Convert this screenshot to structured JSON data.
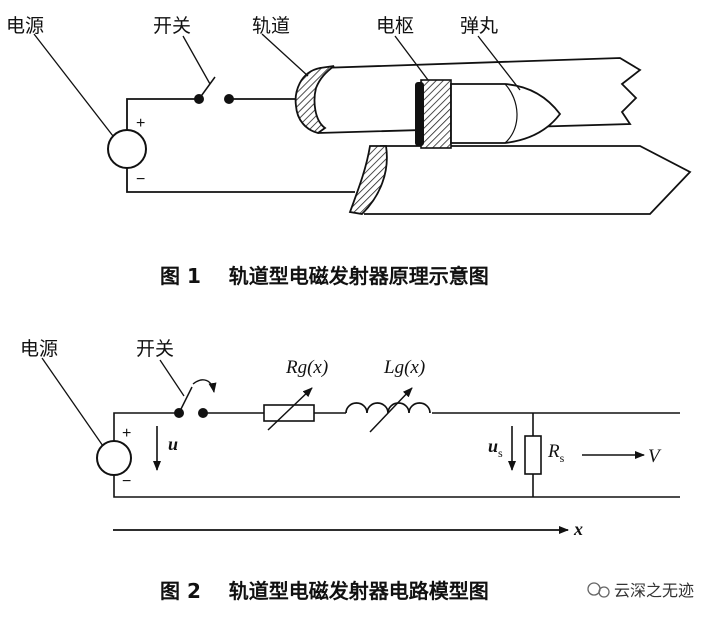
{
  "figure1": {
    "labels": {
      "power": "电源",
      "switch": "开关",
      "rail": "轨道",
      "armature": "电枢",
      "projectile": "弹丸",
      "plus": "+",
      "minus": "−"
    },
    "caption": "图 1    轨道型电磁发射器原理示意图"
  },
  "figure2": {
    "labels": {
      "power": "电源",
      "switch": "开关",
      "plus": "+",
      "minus": "−",
      "u": "u",
      "rg_main": "R",
      "rg_g": "g",
      "rg_arg": "(x)",
      "lg_main": "L",
      "lg_g": "g",
      "lg_arg": "(x)",
      "us_main": "u",
      "us_sub": "s",
      "rs_main": "R",
      "rs_sub": "s",
      "v": "V",
      "x": "x"
    },
    "caption": "图 2    轨道型电磁发射器电路模型图"
  },
  "watermark": {
    "text": "云深之无迹"
  }
}
